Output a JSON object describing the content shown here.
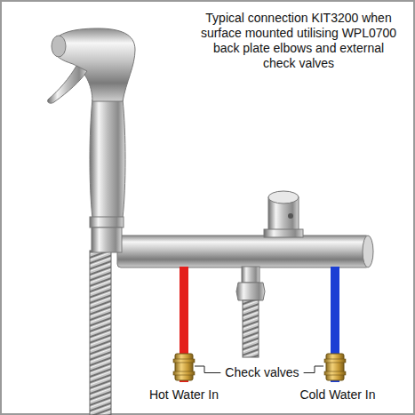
{
  "diagram": {
    "title": "Typical connection KIT3200 when surface mounted utilising WPL0700 back plate elbows and external check valves",
    "labels": [
      "Check valves",
      "Hot Water In",
      "Cold Water In"
    ]
  }
}
